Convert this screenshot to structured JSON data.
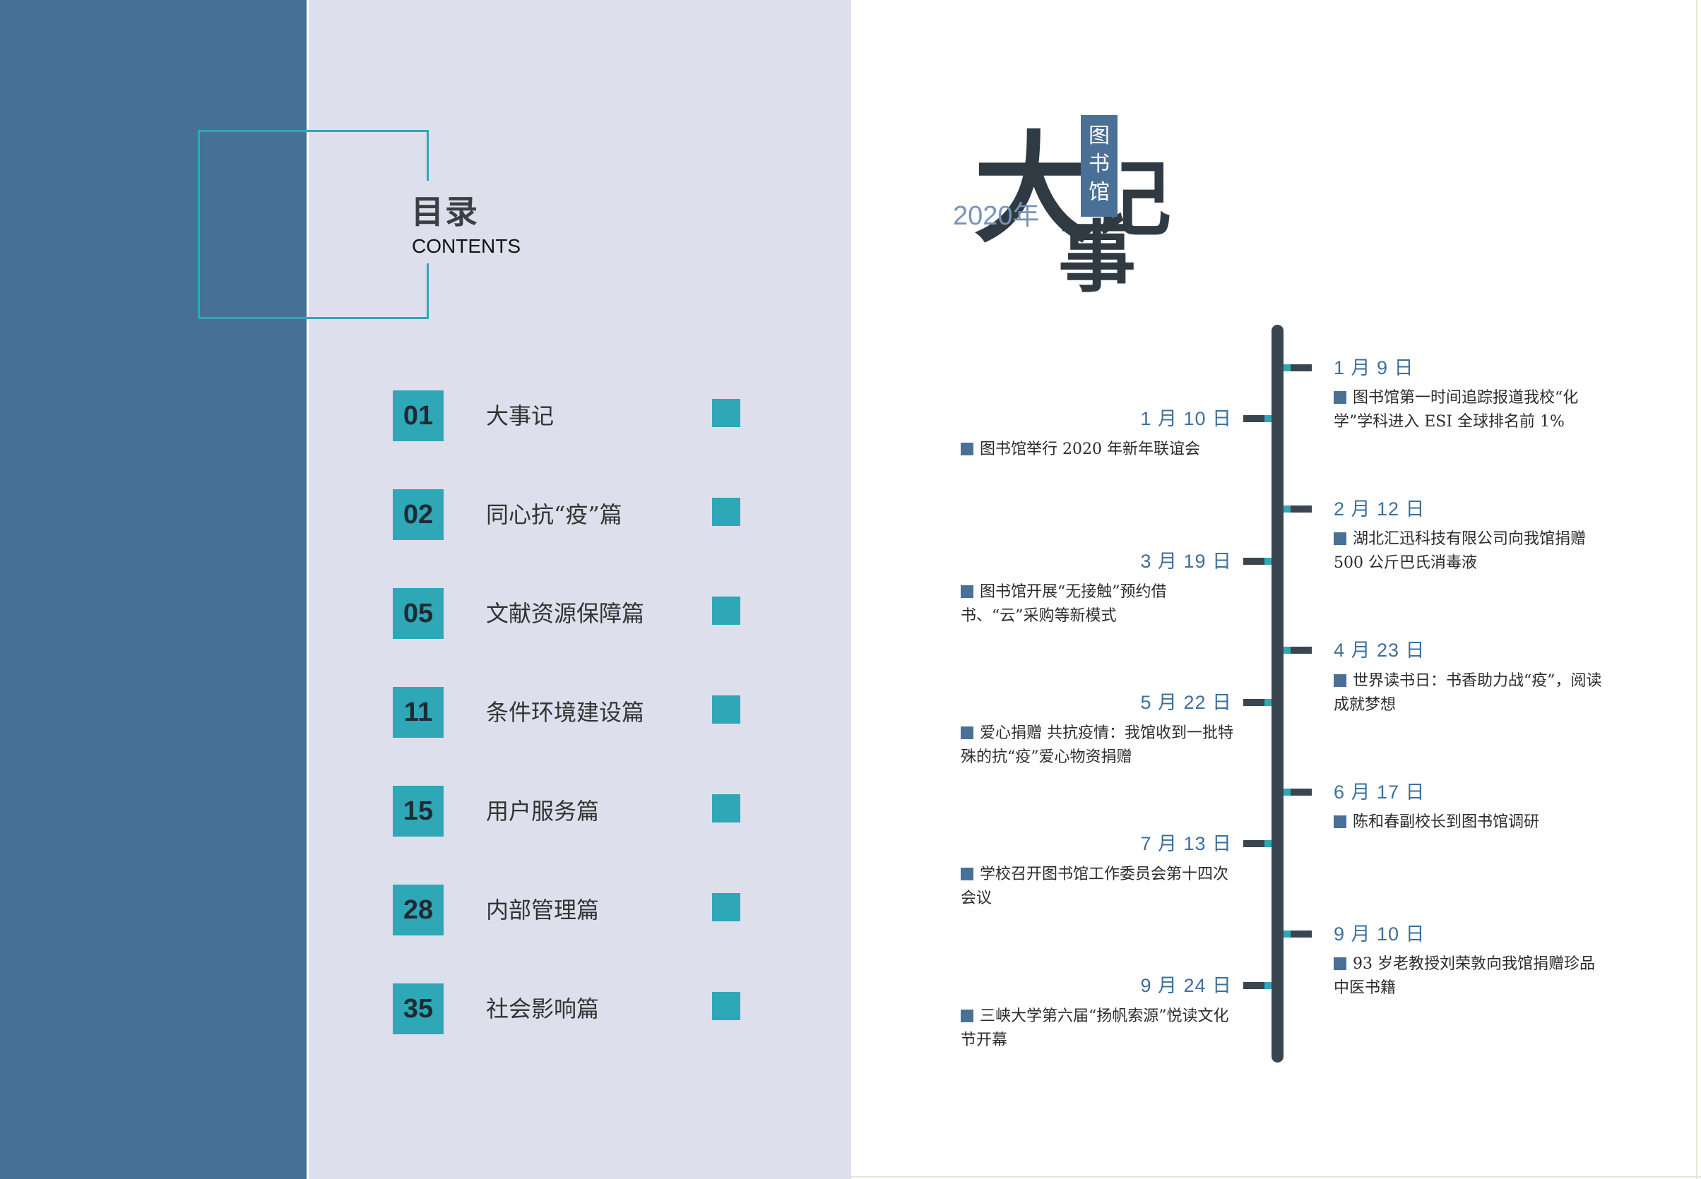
{
  "toc": {
    "title": "目录",
    "subtitle": "CONTENTS",
    "items": [
      {
        "num": "01",
        "label": "大事记"
      },
      {
        "num": "02",
        "label": "同心抗“疫”篇"
      },
      {
        "num": "05",
        "label": "文献资源保障篇"
      },
      {
        "num": "11",
        "label": "条件环境建设篇"
      },
      {
        "num": "15",
        "label": "用户服务篇"
      },
      {
        "num": "28",
        "label": "内部管理篇"
      },
      {
        "num": "35",
        "label": "社会影响篇"
      }
    ]
  },
  "header": {
    "year": "2020年",
    "tag": "图书馆",
    "big_da": "大",
    "big_ji": "记",
    "big_shi": "事"
  },
  "timeline": {
    "events": [
      {
        "date": "1 月 9 日",
        "side": "right",
        "text": "图书馆第一时间追踪报道我校“化学”学科进入 ESI 全球排名前 1%"
      },
      {
        "date": "1 月 10 日",
        "side": "left",
        "text": "图书馆举行 2020 年新年联谊会"
      },
      {
        "date": "2 月 12 日",
        "side": "right",
        "text": "湖北汇迅科技有限公司向我馆捐赠500 公斤巴氏消毒液"
      },
      {
        "date": "3 月 19 日",
        "side": "left",
        "text": "图书馆开展“无接触”预约借书、“云”采购等新模式"
      },
      {
        "date": "4 月 23 日",
        "side": "right",
        "text": "世界读书日：书香助力战“疫”，阅读成就梦想"
      },
      {
        "date": "5 月 22 日",
        "side": "left",
        "text": "爱心捐赠 共抗疫情：我馆收到一批特殊的抗“疫”爱心物资捐赠"
      },
      {
        "date": "6 月 17 日",
        "side": "right",
        "text": "陈和春副校长到图书馆调研"
      },
      {
        "date": "7 月 13 日",
        "side": "left",
        "text": "学校召开图书馆工作委员会第十四次会议"
      },
      {
        "date": "9 月 10 日",
        "side": "right",
        "text": "93 岁老教授刘荣敦向我馆捐赠珍品中医书籍"
      },
      {
        "date": "9 月 24 日",
        "side": "left",
        "text": "三峡大学第六届“扬帆索源”悦读文化节开幕"
      }
    ]
  }
}
